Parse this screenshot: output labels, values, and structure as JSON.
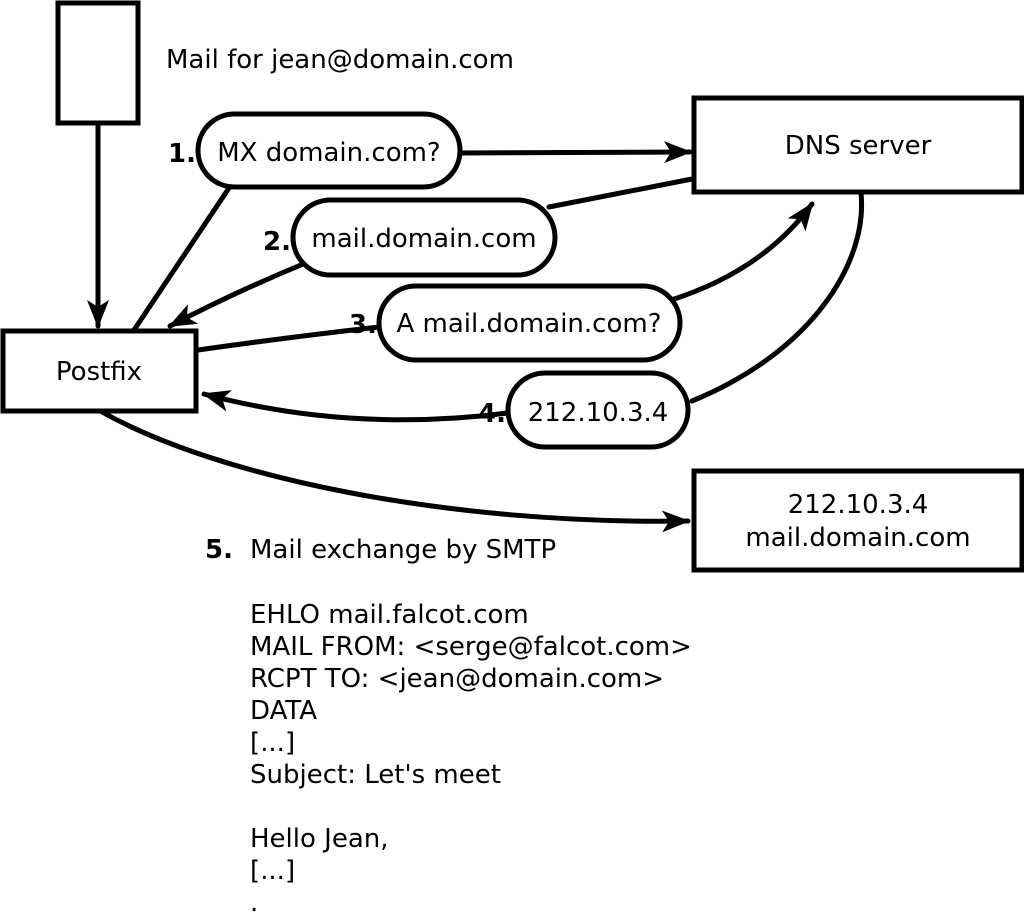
{
  "diagram": {
    "caption": "Mail for jean@domain.com",
    "nodes": {
      "postfix": "Postfix",
      "dns_server": "DNS server",
      "result_line1": "212.10.3.4",
      "result_line2": "mail.domain.com"
    },
    "steps": [
      {
        "num": "1.",
        "label": "MX domain.com?"
      },
      {
        "num": "2.",
        "label": "mail.domain.com"
      },
      {
        "num": "3.",
        "label": "A mail.domain.com?"
      },
      {
        "num": "4.",
        "label": "212.10.3.4"
      },
      {
        "num": "5.",
        "label": "Mail exchange by SMTP"
      }
    ],
    "smtp_session": {
      "lines": [
        "EHLO mail.falcot.com",
        "MAIL FROM: <serge@falcot.com>",
        "RCPT TO: <jean@domain.com>",
        "DATA",
        "[...]",
        "Subject: Let's meet",
        "",
        "Hello Jean,",
        "[...]",
        "."
      ]
    },
    "colors": {
      "ink": "#000000",
      "paper": "#ffffff"
    }
  }
}
